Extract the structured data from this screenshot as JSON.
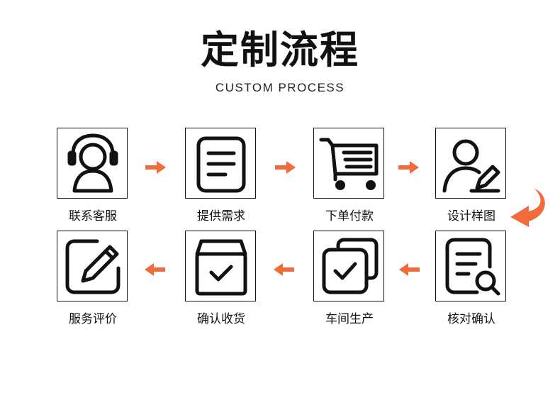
{
  "title": "定制流程",
  "subtitle": "CUSTOM PROCESS",
  "accent_color": "#f26b3a",
  "steps": [
    {
      "label": "联系客服",
      "icon": "headset-person-icon"
    },
    {
      "label": "提供需求",
      "icon": "document-lines-icon"
    },
    {
      "label": "下单付款",
      "icon": "shopping-cart-icon"
    },
    {
      "label": "设计样图",
      "icon": "user-edit-icon"
    },
    {
      "label": "核对确认",
      "icon": "document-search-icon"
    },
    {
      "label": "车间生产",
      "icon": "stacked-check-icon"
    },
    {
      "label": "确认收货",
      "icon": "box-check-icon"
    },
    {
      "label": "服务评价",
      "icon": "pencil-square-icon"
    }
  ]
}
